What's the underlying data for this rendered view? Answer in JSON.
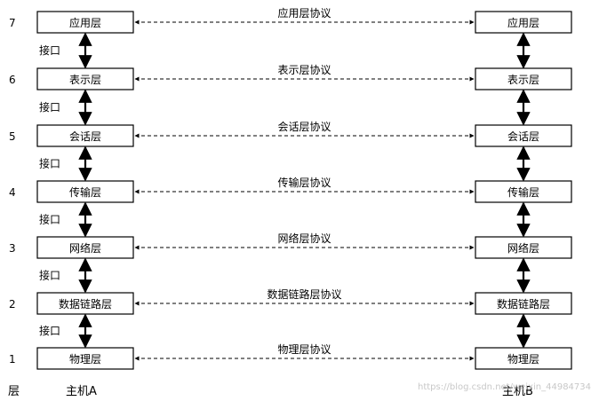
{
  "layers": [
    {
      "num": "7",
      "name": "应用层",
      "protocol": "应用层协议"
    },
    {
      "num": "6",
      "name": "表示层",
      "protocol": "表示层协议"
    },
    {
      "num": "5",
      "name": "会话层",
      "protocol": "会话层协议"
    },
    {
      "num": "4",
      "name": "传输层",
      "protocol": "传输层协议"
    },
    {
      "num": "3",
      "name": "网络层",
      "protocol": "网络层协议"
    },
    {
      "num": "2",
      "name": "数据链路层",
      "protocol": "数据链路层协议"
    },
    {
      "num": "1",
      "name": "物理层",
      "protocol": "物理层协议"
    }
  ],
  "interface_label": "接口",
  "footer": {
    "layer_label": "层",
    "host_a": "主机A",
    "host_b": "主机B"
  },
  "watermark": "https://blog.csdn.net/weixin_44984734"
}
